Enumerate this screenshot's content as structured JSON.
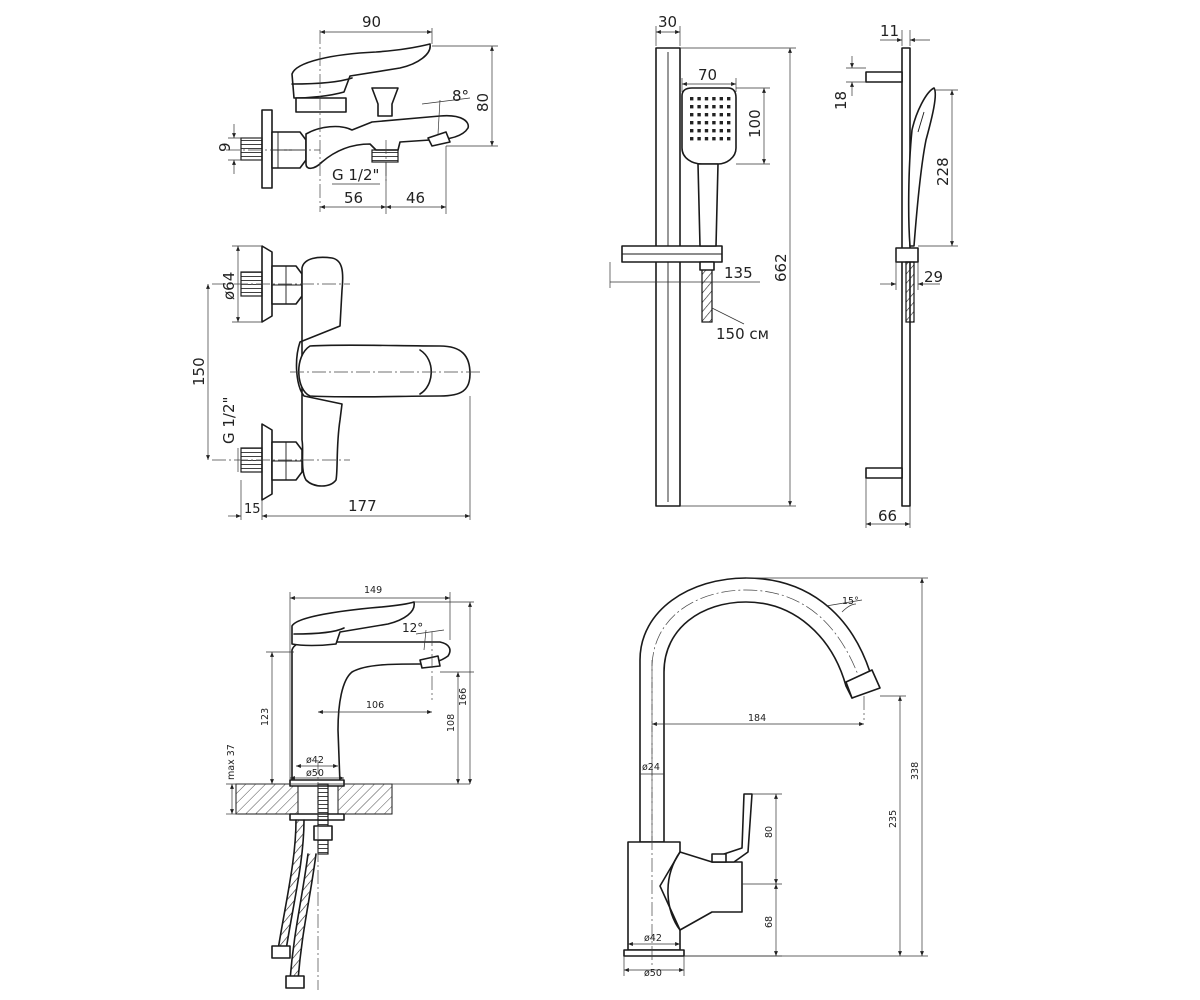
{
  "bath_mixer": {
    "width_90": "90",
    "height_80": "80",
    "angle_8": "8°",
    "dim_9": "9",
    "thread": "G 1/2\"",
    "dim_56": "56",
    "dim_46": "46"
  },
  "bath_mixer_front": {
    "dia_64": "ø64",
    "dim_150": "150",
    "thread": "G 1/2\"",
    "dim_15": "15",
    "dim_177": "177"
  },
  "shower_rail": {
    "dim_30": "30",
    "dim_70": "70",
    "dim_100": "100",
    "dim_662": "662",
    "dim_135": "135",
    "hose": "150 см"
  },
  "shower_rail_side": {
    "dim_11": "11",
    "dim_18": "18",
    "dim_228": "228",
    "dim_29": "29",
    "dim_66": "66"
  },
  "basin_mixer": {
    "dim_149": "149",
    "angle_12": "12°",
    "dim_123": "123",
    "dim_106": "106",
    "dim_108": "108",
    "dim_166": "166",
    "dia_42": "ø42",
    "dia_50": "ø50",
    "max_37": "max 37"
  },
  "kitchen_mixer": {
    "angle_15": "15°",
    "dim_184": "184",
    "dia_24": "ø24",
    "dim_80": "80",
    "dim_235": "235",
    "dim_338": "338",
    "dim_68": "68",
    "dia_42": "ø42",
    "dia_50": "ø50"
  }
}
